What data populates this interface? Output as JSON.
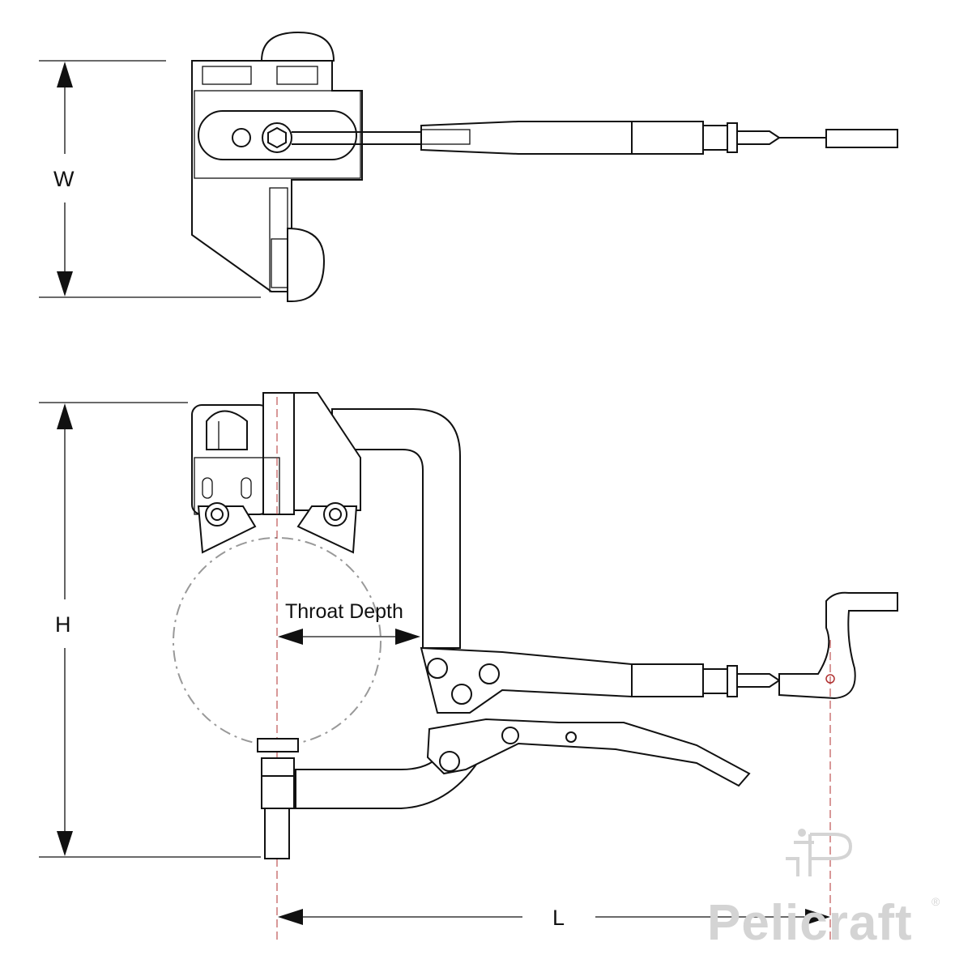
{
  "dimensions": {
    "width_label": "W",
    "height_label": "H",
    "length_label": "L",
    "throat_label": "Throat Depth"
  },
  "brand": {
    "name": "Pelicraft",
    "registered_mark": "®"
  }
}
